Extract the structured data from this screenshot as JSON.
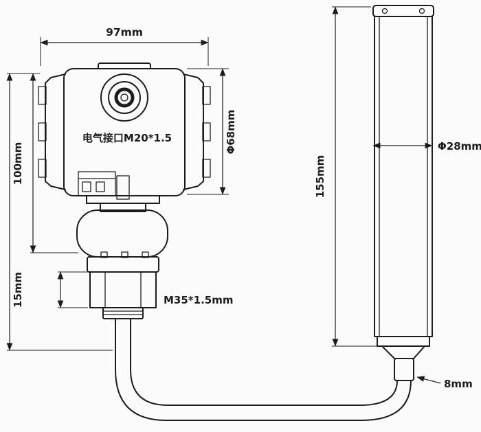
{
  "drawing": {
    "labels": {
      "housing_width": "97mm",
      "housing_height": "100mm",
      "housing_diameter": "Φ68mm",
      "electrical_interface": "电气接口M20*1.5",
      "flange_height": "15mm",
      "thread_spec": "M35*1.5mm",
      "probe_length": "155mm",
      "probe_diameter": "Φ28mm",
      "cable_diameter": "8mm"
    },
    "colors": {
      "line": "#1c1c1c",
      "background": "#fbfbfb"
    }
  }
}
